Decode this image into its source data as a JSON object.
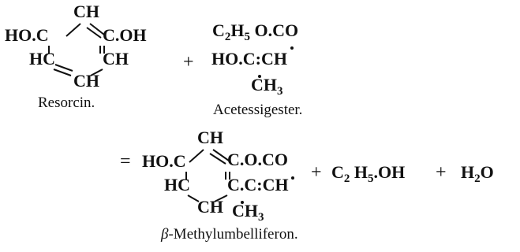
{
  "resorcin": {
    "top": "CH",
    "left": "HO.C",
    "right": "C.OH",
    "lower_left": "HC",
    "lower_right": "CH",
    "bottom": "CH",
    "name": "Resorcin."
  },
  "plus_1": "+",
  "acetessigester": {
    "line1_a": "C",
    "line1_b": "2",
    "line1_c": "H",
    "line1_d": "5",
    "line1_e": " O.CO",
    "line2": "HO.C:CH",
    "line3_a": "CH",
    "line3_b": "3",
    "name": "Acetessigester."
  },
  "equals": "=",
  "product": {
    "top": "CH",
    "left": "HO.C",
    "right": "C.O.CO",
    "lower_left": "HC",
    "lower_right": "C.C:CH",
    "bottom": "CH",
    "methyl_a": "CH",
    "methyl_b": "3",
    "name_prefix": "β",
    "name_rest": "-Methylumbelliferon."
  },
  "plus_2": "+",
  "ethanol": {
    "a": "C",
    "b": "2",
    "c": " H",
    "d": "5",
    "e": ".OH"
  },
  "plus_3": "+",
  "water": {
    "a": "H",
    "b": "2",
    "c": "O"
  }
}
